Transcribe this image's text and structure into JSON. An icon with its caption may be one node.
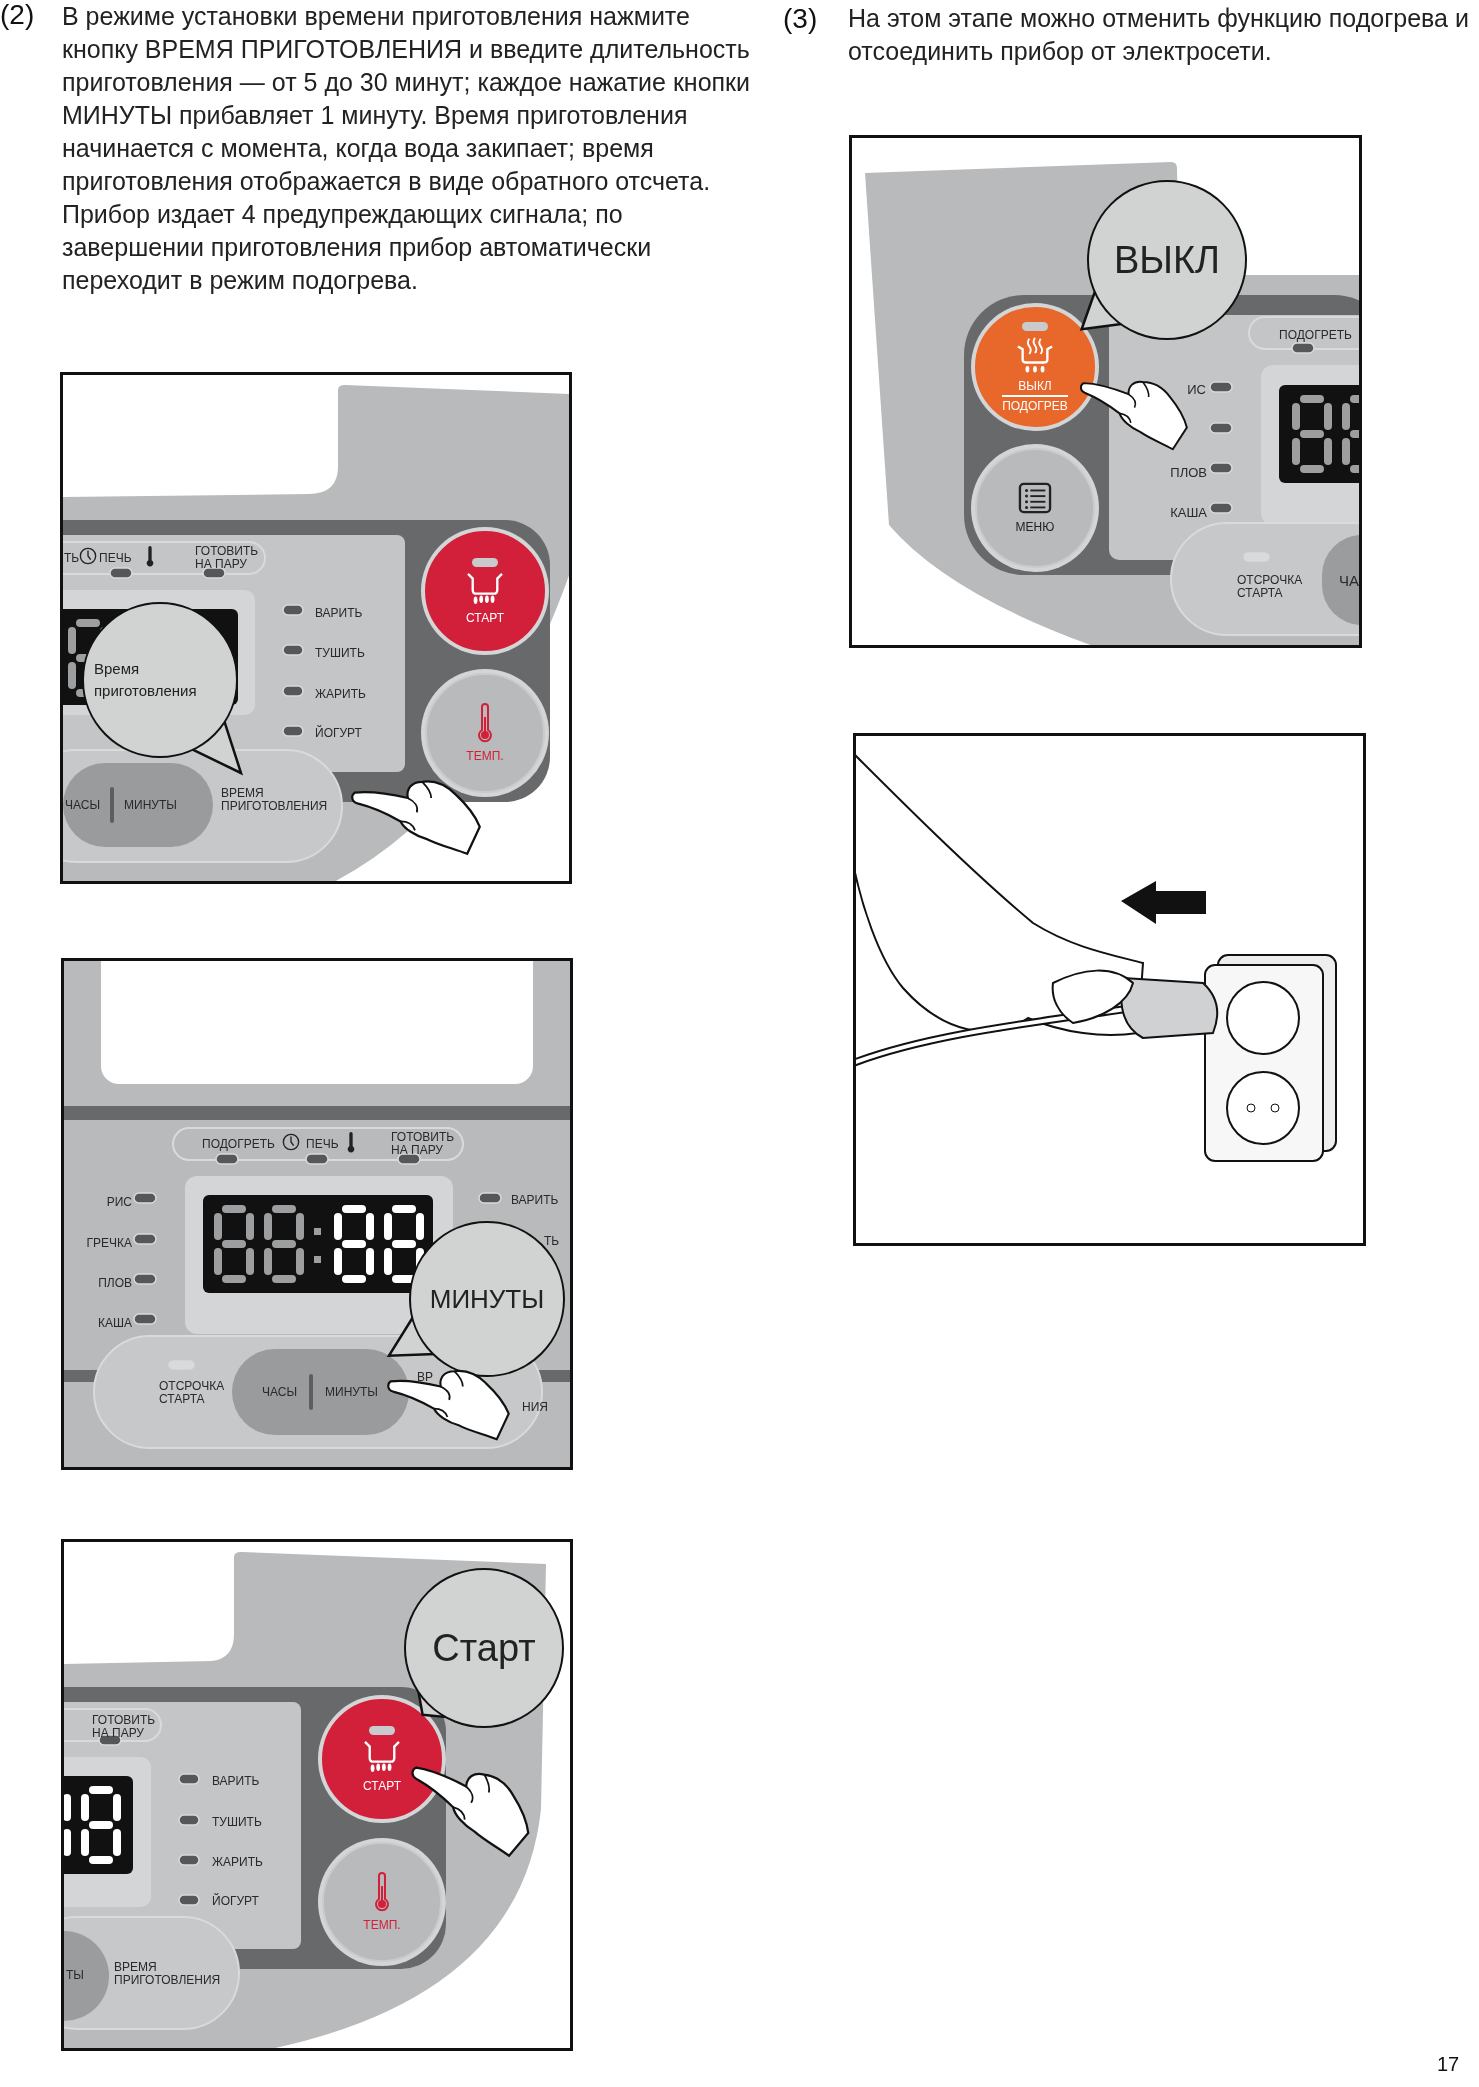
{
  "diagram": {
    "nodes": [
      {
        "text": [],
        "shape": "picture"
      },
      {
        "text": [
          "Время приготовления"
        ],
        "in": 0
      },
      {
        "text": [
          "ВРЕМЯ ПРИГОТОВЛЕНИЯ"
        ],
        "in": 0
      },
      {
        "text": [
          "ЧАСЫ",
          "МИНУТЫ"
        ],
        "in": 0
      },
      {
        "text": [
          "СТАРТ"
        ],
        "in": 0
      },
      {
        "text": [
          "ТЕМП."
        ],
        "in": 0
      },
      {
        "text": [],
        "shape": "picture"
      },
      {
        "text": [
          "МИНУТЫ"
        ],
        "in": 6
      },
      {
        "text": [
          "ЧАСЫ",
          "МИНУТЫ"
        ],
        "in": 6
      },
      {
        "text": [],
        "shape": "picture"
      },
      {
        "text": [
          "Старт"
        ],
        "in": 9
      },
      {
        "text": [
          "СТАРТ"
        ],
        "in": 9
      },
      {
        "text": [
          "ТЕМП."
        ],
        "in": 9
      },
      {
        "text": [
          "ВРЕМЯ ПРИГОТОВЛЕНИЯ"
        ],
        "in": 9
      },
      {
        "text": [],
        "shape": "picture"
      },
      {
        "text": [
          "ВЫКЛ"
        ],
        "in": 14
      },
      {
        "text": [
          "ВЫКЛ",
          "ПОДОГРЕВ"
        ],
        "in": 14
      },
      {
        "text": [
          "МЕНЮ"
        ],
        "in": 14
      },
      {
        "text": [],
        "shape": "picture"
      }
    ],
    "edges": [
      {
        "from": 1,
        "to": 2,
        "arrow": "to"
      },
      {
        "from": 7,
        "to": 8,
        "arrow": "to"
      },
      {
        "from": 10,
        "to": 11,
        "arrow": "to"
      },
      {
        "from": 15,
        "to": 16,
        "arrow": "to"
      }
    ],
    "labels": [
      "(2)",
      "В режиме установки времени приготовления нажмите кнопку ВРЕМЯ ПРИГОТОВЛЕНИЯ и введите длительность приготовления — от 5 до 30 минут; каждое нажатие кнопки МИНУТЫ прибавляет 1 минуту. Время приготовления начинается с момента, когда вода закипает; время приготовления отображается в виде обратного отсчета. Прибор издает 4 предупреждающих сигнала; по завершении приготовления прибор автоматически переходит в режим подогрева.",
      "(3)",
      "На этом этапе можно отменить функцию подогрева и отсоединить прибор от электросети.",
      "ТЬ",
      "ПЕЧЬ",
      "ГОТОВИТЬ НА ПАРУ",
      "ВАРИТЬ",
      "ТУШИТЬ",
      "ЖАРИТЬ",
      "ЙОГУРТ",
      "ПОДОГРЕТЬ",
      "ПЕЧЬ",
      "ГОТОВИТЬ НА ПАРУ",
      "РИС",
      "ГРЕЧКА",
      "ПЛОВ",
      "КАША",
      "ВАРИТЬ",
      "ТЬ",
      "ОТСРОЧКА СТАРТА",
      "ВР",
      "НИЯ",
      "ГОТОВИТЬ НА ПАРУ",
      "ВАРИТЬ",
      "ТУШИТЬ",
      "ЖАРИТЬ",
      "ЙОГУРТ",
      "ТЫ",
      "ПОДОГРЕТЬ",
      "ИС",
      "ПЛОВ",
      "КАША",
      "ОТСРОЧКА СТАРТА",
      "ЧА",
      "17"
    ]
  }
}
